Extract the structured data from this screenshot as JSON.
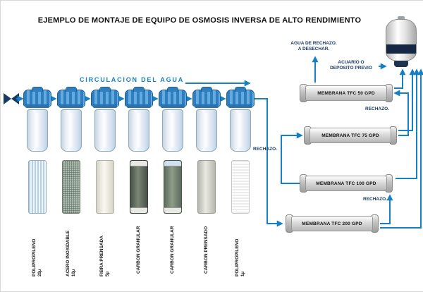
{
  "title": "EJEMPLO DE MONTAJE DE EQUIPO DE OSMOSIS INVERSA DE ALTO RENDIMIENTO",
  "flow_label": "CIRCULACION DEL AGUA",
  "filters": [
    {
      "label": "POLIPROPILENO",
      "micron": "20μ"
    },
    {
      "label": "ACERO INOXIDABLE",
      "micron": "10μ"
    },
    {
      "label": "FIBRA PRENSADA",
      "micron": "5μ"
    },
    {
      "label": "CARBON GRANULAR",
      "micron": ""
    },
    {
      "label": "CARBON GRANULAR",
      "micron": ""
    },
    {
      "label": "CARBON PRENSADO",
      "micron": ""
    },
    {
      "label": "POLIPROPILENO",
      "micron": "1μ"
    }
  ],
  "membranes": [
    {
      "label": "MEMBRANA TFC 50 GPD"
    },
    {
      "label": "MEMBRANA TFC 75 GPD"
    },
    {
      "label": "MEMBRANA TFC 100 GPD"
    },
    {
      "label": "MEMBRANA TFC 200 GPD"
    }
  ],
  "annotations": {
    "reject_discard_line1": "AGUA DE RECHAZO.",
    "reject_discard_line2": "A DESECHAR.",
    "aquarium_line1": "ACUARIO O",
    "aquarium_line2": "DEPOSITO PREVIO",
    "reject_labels": [
      "RECHAZO.",
      "RECHAZO.",
      "RECHAZO."
    ]
  },
  "colors": {
    "arrow_blue": "#1580c4",
    "label_navy": "#173a63",
    "cap_blue": "#2f7fc0"
  }
}
